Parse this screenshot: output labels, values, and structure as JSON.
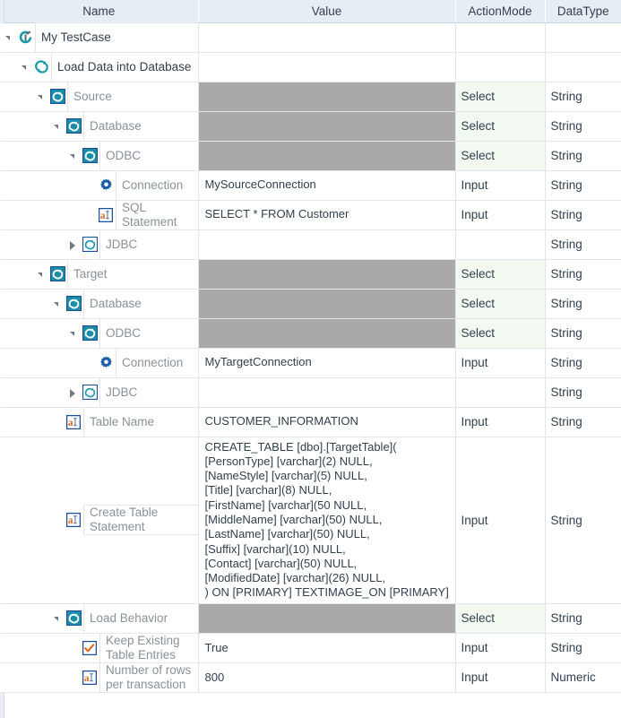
{
  "grid": {
    "columns": [
      {
        "key": "name",
        "label": "Name"
      },
      {
        "key": "value",
        "label": "Value"
      },
      {
        "key": "action",
        "label": "ActionMode"
      },
      {
        "key": "type",
        "label": "DataType"
      }
    ],
    "colors": {
      "header_bg": "#e7edf5",
      "select_cell_bg": "#f1f9f1",
      "locked_value_bg": "#a9a9a9",
      "icon_teal": "#1b9aaa",
      "icon_blue_border": "#1c4f9c",
      "icon_orange": "#e8661c",
      "label_gray": "#8a9199",
      "text_dark": "#31414f"
    },
    "rows": [
      {
        "name": "My TestCase",
        "depth": 0,
        "icon": "testcase-wrench-icon",
        "twisty": "expanded",
        "label_style": "root",
        "value": "",
        "value_locked": false,
        "action": "",
        "type": ""
      },
      {
        "name": "Load Data into Database",
        "depth": 1,
        "icon": "refresh-plain-icon",
        "twisty": "expanded",
        "label_style": "root",
        "value": "",
        "value_locked": false,
        "action": "",
        "type": ""
      },
      {
        "name": "Source",
        "depth": 2,
        "icon": "refresh-filled-icon",
        "twisty": "expanded",
        "label_style": "muted",
        "value": "",
        "value_locked": true,
        "action": "Select",
        "type": "String"
      },
      {
        "name": "Database",
        "depth": 3,
        "icon": "refresh-filled-icon",
        "twisty": "expanded",
        "label_style": "muted",
        "value": "",
        "value_locked": true,
        "action": "Select",
        "type": "String"
      },
      {
        "name": "ODBC",
        "depth": 4,
        "icon": "refresh-filled-icon",
        "twisty": "expanded",
        "label_style": "muted",
        "value": "",
        "value_locked": true,
        "action": "Select",
        "type": "String"
      },
      {
        "name": "Connection",
        "depth": 5,
        "icon": "gear-icon",
        "twisty": "none",
        "label_style": "muted",
        "value": "MySourceConnection",
        "value_locked": false,
        "action": "Input",
        "type": "String"
      },
      {
        "name": "SQL Statement",
        "depth": 5,
        "icon": "text-field-icon",
        "twisty": "none",
        "label_style": "muted",
        "value": "SELECT * FROM Customer",
        "value_locked": false,
        "action": "Input",
        "type": "String"
      },
      {
        "name": "JDBC",
        "depth": 4,
        "icon": "refresh-outline-icon",
        "twisty": "collapsed",
        "label_style": "muted",
        "value": "",
        "value_locked": false,
        "action": "",
        "type": "String"
      },
      {
        "name": "Target",
        "depth": 2,
        "icon": "refresh-filled-icon",
        "twisty": "expanded",
        "label_style": "muted",
        "value": "",
        "value_locked": true,
        "action": "Select",
        "type": "String"
      },
      {
        "name": "Database",
        "depth": 3,
        "icon": "refresh-filled-icon",
        "twisty": "expanded",
        "label_style": "muted",
        "value": "",
        "value_locked": true,
        "action": "Select",
        "type": "String"
      },
      {
        "name": "ODBC",
        "depth": 4,
        "icon": "refresh-filled-icon",
        "twisty": "expanded",
        "label_style": "muted",
        "value": "",
        "value_locked": true,
        "action": "Select",
        "type": "String"
      },
      {
        "name": "Connection",
        "depth": 5,
        "icon": "gear-icon",
        "twisty": "none",
        "label_style": "muted",
        "value": "MyTargetConnection",
        "value_locked": false,
        "action": "Input",
        "type": "String"
      },
      {
        "name": "JDBC",
        "depth": 4,
        "icon": "refresh-outline-icon",
        "twisty": "collapsed",
        "label_style": "muted",
        "value": "",
        "value_locked": false,
        "action": "",
        "type": "String"
      },
      {
        "name": "Table Name",
        "depth": 3,
        "icon": "text-field-icon",
        "twisty": "none",
        "label_style": "muted",
        "value": "CUSTOMER_INFORMATION",
        "value_locked": false,
        "action": "Input",
        "type": "String"
      },
      {
        "name": "Create Table Statement",
        "depth": 3,
        "icon": "text-field-icon",
        "twisty": "none",
        "label_style": "muted",
        "value": "CREATE_TABLE [dbo].[TargetTable](\n[PersonType] [varchar](2) NULL,\n[NameStyle] [varchar](5) NULL,\n[Title] [varchar](8) NULL,\n[FirstName] [varchar](50 NULL,\n[MiddleName] [varchar](50) NULL,\n[LastName] [varchar](50) NULL,\n[Suffix] [varchar](10) NULL,\n[Contact] [varchar](50) NULL,\n[ModifiedDate] [varchar](26) NULL,\n) ON [PRIMARY] TEXTIMAGE_ON [PRIMARY]",
        "value_locked": false,
        "action": "Input",
        "type": "String"
      },
      {
        "name": "Load Behavior",
        "depth": 3,
        "icon": "refresh-filled-icon",
        "twisty": "expanded",
        "label_style": "muted",
        "value": "",
        "value_locked": true,
        "action": "Select",
        "type": "String"
      },
      {
        "name": "Keep Existing Table Entries",
        "depth": 4,
        "icon": "checkbox-checked-icon",
        "twisty": "none",
        "label_style": "muted",
        "value": "True",
        "value_locked": false,
        "action": "Input",
        "type": "String"
      },
      {
        "name": "Number of rows per transaction",
        "depth": 4,
        "icon": "text-field-icon",
        "twisty": "none",
        "label_style": "muted",
        "value": "800",
        "value_locked": false,
        "action": "Input",
        "type": "Numeric"
      }
    ]
  }
}
